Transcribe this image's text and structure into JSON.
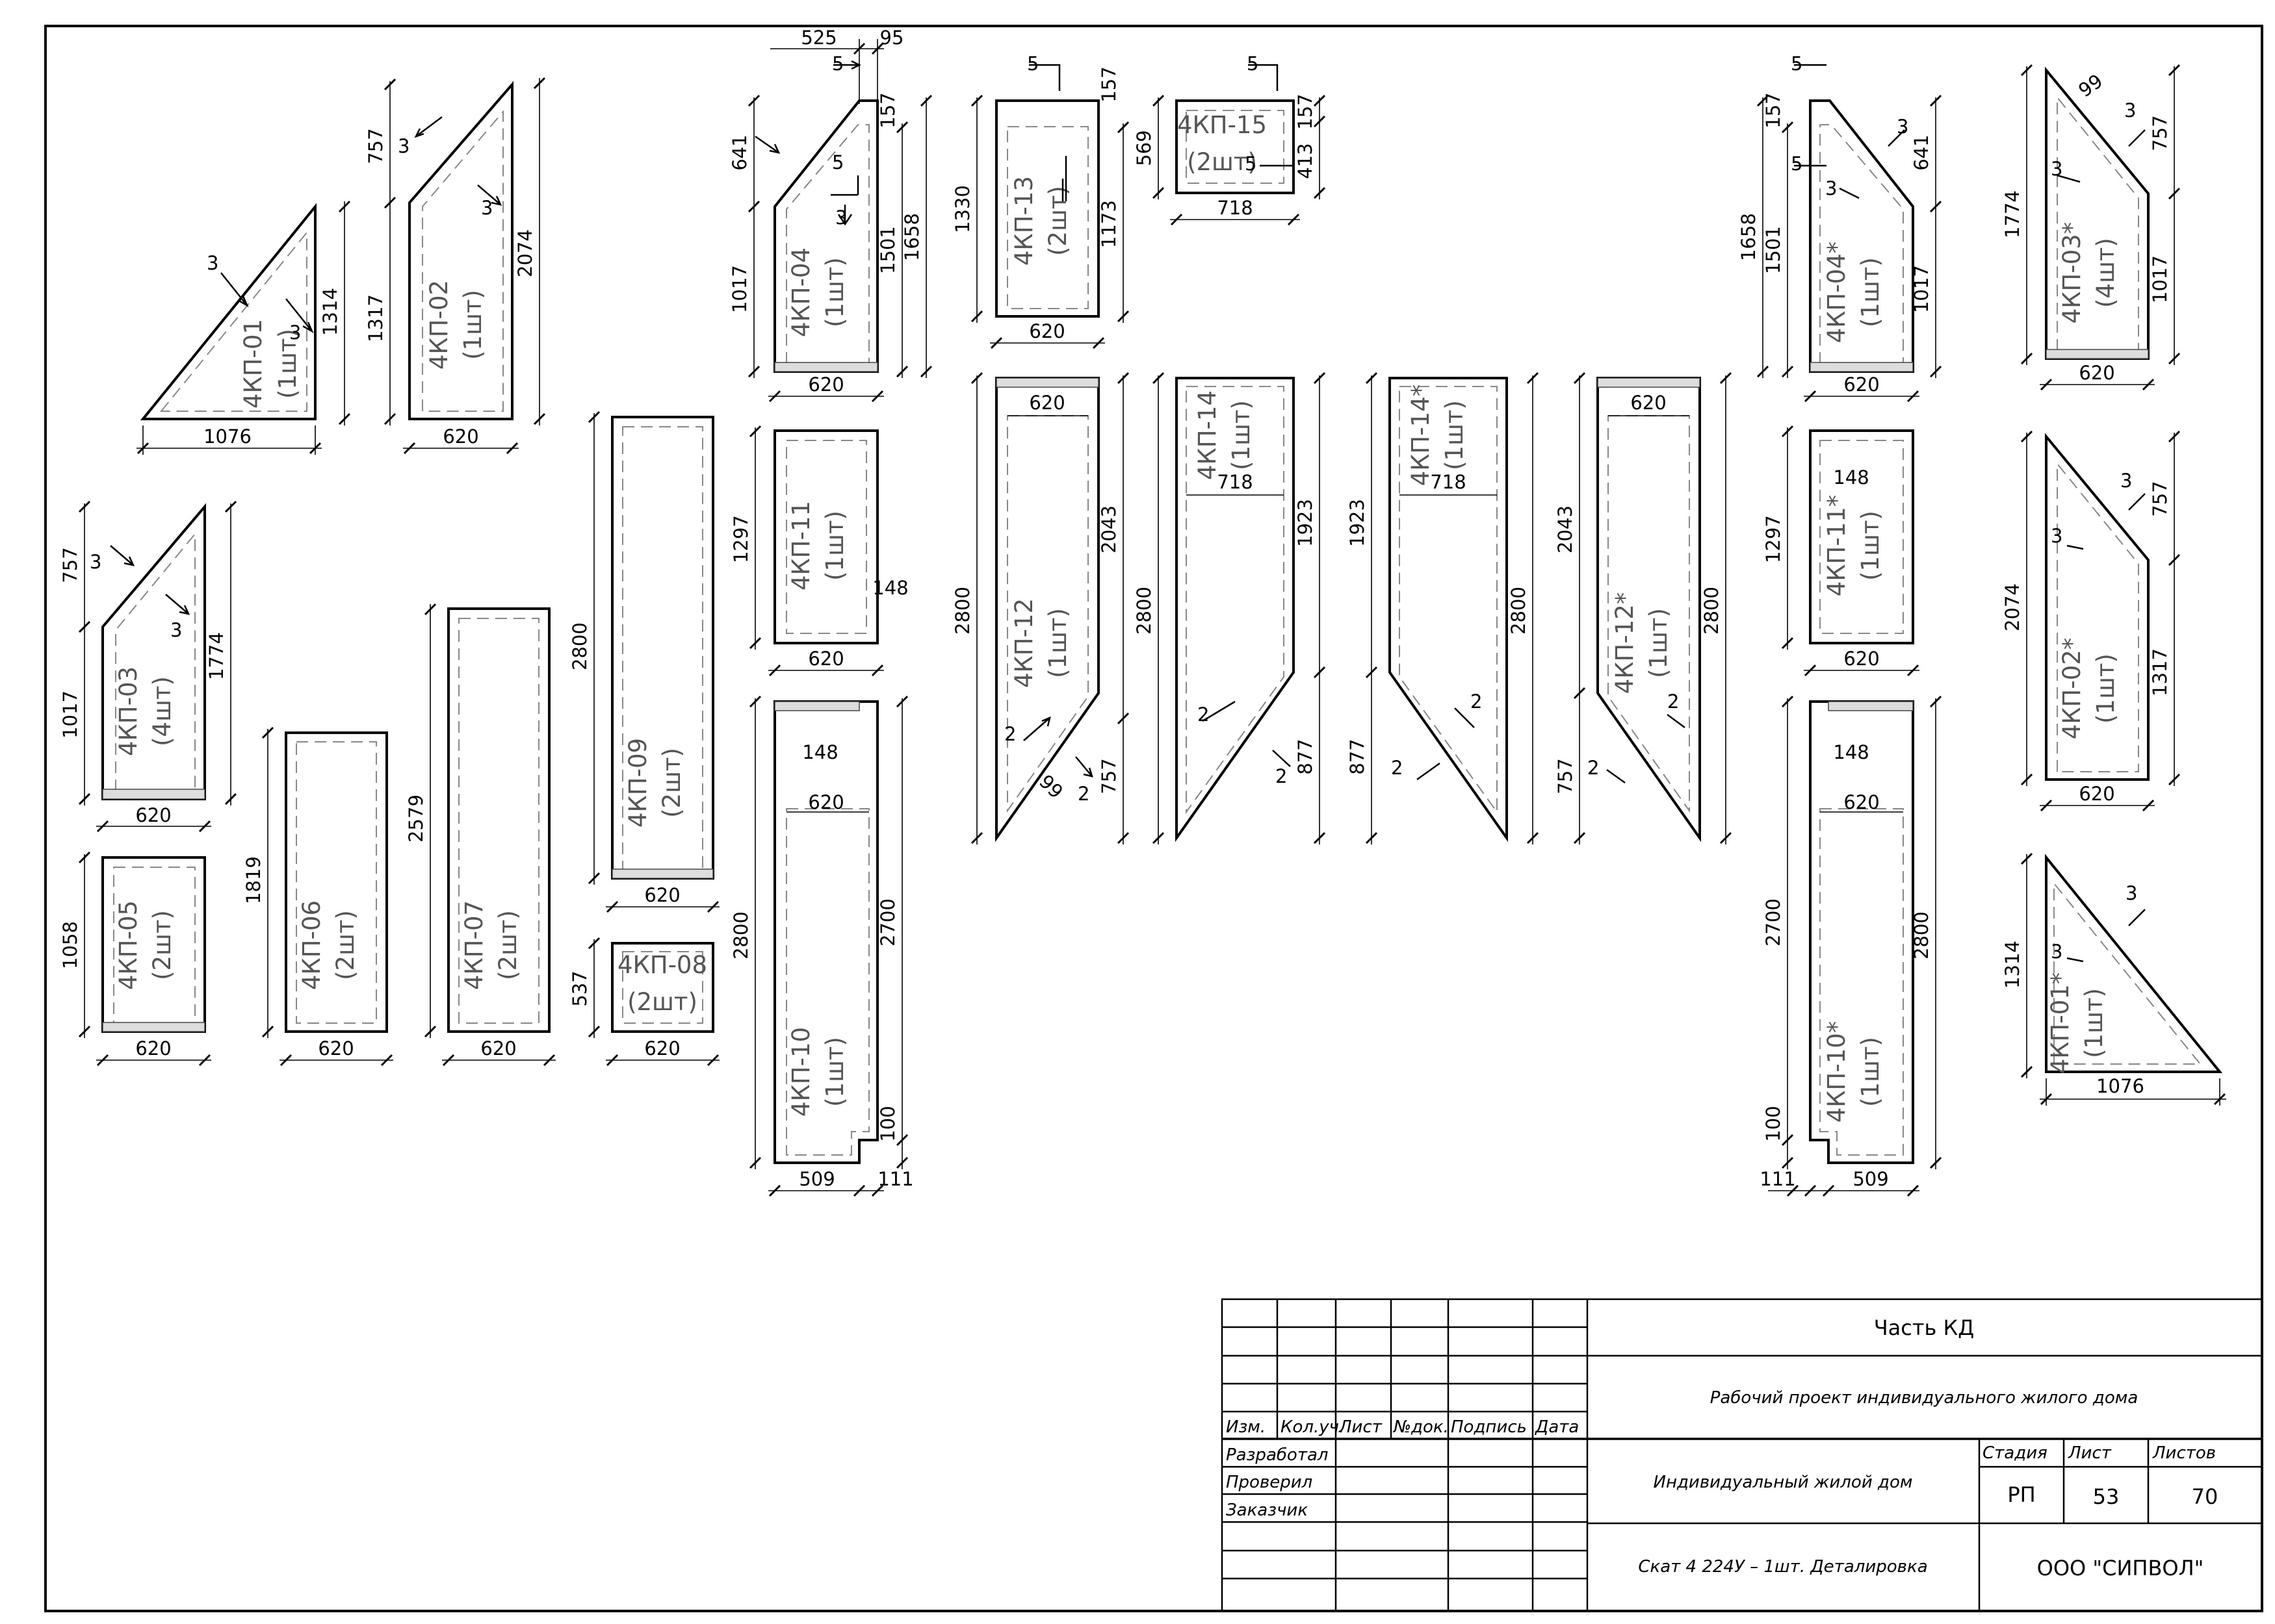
{
  "panels": [
    {
      "id": "p01",
      "name": "4КП-01",
      "qty": "(1шт)",
      "dims": [
        "1076",
        "1314"
      ]
    },
    {
      "id": "p02",
      "name": "4КП-02",
      "qty": "(1шт)",
      "dims": [
        "620",
        "1317",
        "757",
        "2074"
      ]
    },
    {
      "id": "p03",
      "name": "4КП-03",
      "qty": "(4шт)",
      "dims": [
        "620",
        "1017",
        "757",
        "1774"
      ]
    },
    {
      "id": "p04",
      "name": "4КП-04",
      "qty": "(1шт)",
      "dims": [
        "620",
        "1017",
        "641",
        "1501",
        "1658",
        "525",
        "95",
        "157"
      ]
    },
    {
      "id": "p05",
      "name": "4КП-05",
      "qty": "(2шт)",
      "dims": [
        "620",
        "1058"
      ]
    },
    {
      "id": "p06",
      "name": "4КП-06",
      "qty": "(2шт)",
      "dims": [
        "620",
        "1819"
      ]
    },
    {
      "id": "p07",
      "name": "4КП-07",
      "qty": "(2шт)",
      "dims": [
        "620",
        "2579"
      ]
    },
    {
      "id": "p08",
      "name": "4КП-08",
      "qty": "(2шт)",
      "dims": [
        "620",
        "537"
      ]
    },
    {
      "id": "p09",
      "name": "4КП-09",
      "qty": "(2шт)",
      "dims": [
        "620",
        "2800"
      ]
    },
    {
      "id": "p10",
      "name": "4КП-10",
      "qty": "(1шт)",
      "dims": [
        "509",
        "111",
        "2800",
        "2700",
        "100",
        "148",
        "620"
      ]
    },
    {
      "id": "p11",
      "name": "4КП-11",
      "qty": "(1шт)",
      "dims": [
        "620",
        "1297",
        "148"
      ]
    },
    {
      "id": "p12",
      "name": "4КП-12",
      "qty": "(1шт)",
      "dims": [
        "620",
        "2800",
        "2043",
        "757",
        "99"
      ]
    },
    {
      "id": "p13",
      "name": "4КП-13",
      "qty": "(2шт)",
      "dims": [
        "620",
        "1330",
        "1173",
        "157"
      ]
    },
    {
      "id": "p14",
      "name": "4КП-14",
      "qty": "(1шт)",
      "dims": [
        "718",
        "2800",
        "1923",
        "877"
      ]
    },
    {
      "id": "p14s",
      "name": "4КП-14*",
      "qty": "(1шт)",
      "dims": [
        "718",
        "1923",
        "2800",
        "877"
      ]
    },
    {
      "id": "p12s",
      "name": "4КП-12*",
      "qty": "(1шт)",
      "dims": [
        "620",
        "2043",
        "2800",
        "757"
      ]
    },
    {
      "id": "p15",
      "name": "4КП-15",
      "qty": "(2шт)",
      "dims": [
        "718",
        "569",
        "157",
        "413"
      ]
    },
    {
      "id": "p04s",
      "name": "4КП-04*",
      "qty": "(1шт)",
      "dims": [
        "620",
        "1658",
        "1501",
        "641",
        "1017",
        "157"
      ]
    },
    {
      "id": "p11s",
      "name": "4КП-11*",
      "qty": "(1шт)",
      "dims": [
        "620",
        "1297",
        "148"
      ]
    },
    {
      "id": "p10s",
      "name": "4КП-10*",
      "qty": "(1шт)",
      "dims": [
        "509",
        "111",
        "2700",
        "2800",
        "100",
        "148",
        "620"
      ]
    },
    {
      "id": "p03s",
      "name": "4КП-03*",
      "qty": "(4шт)",
      "dims": [
        "620",
        "1774",
        "757",
        "1017",
        "99"
      ]
    },
    {
      "id": "p02s",
      "name": "4КП-02*",
      "qty": "(1шт)",
      "dims": [
        "620",
        "2074",
        "757",
        "1317"
      ]
    },
    {
      "id": "p01s",
      "name": "4КП-01*",
      "qty": "(1шт)",
      "dims": [
        "1076",
        "1314"
      ]
    }
  ],
  "weld_marks": {
    "m2": "2",
    "m3": "3",
    "m5": "5"
  },
  "title_block": {
    "headers": [
      "Изм.",
      "Кол.уч.",
      "Лист",
      "№док.",
      "Подпись",
      "Дата"
    ],
    "roles": [
      "Разработал",
      "Проверил",
      "Заказчик"
    ],
    "part": "Часть КД",
    "project": "Рабочий проект индивидуального жилого дома",
    "object": "Индивидуальный жилой дом",
    "sheet_title": "Скат 4 224У – 1шт. Деталировка",
    "stage_label": "Стадия",
    "sheet_label": "Лист",
    "sheets_label": "Листов",
    "stage": "РП",
    "sheet": "53",
    "sheets": "70",
    "company": "ООО \"СИПВОЛ\""
  }
}
